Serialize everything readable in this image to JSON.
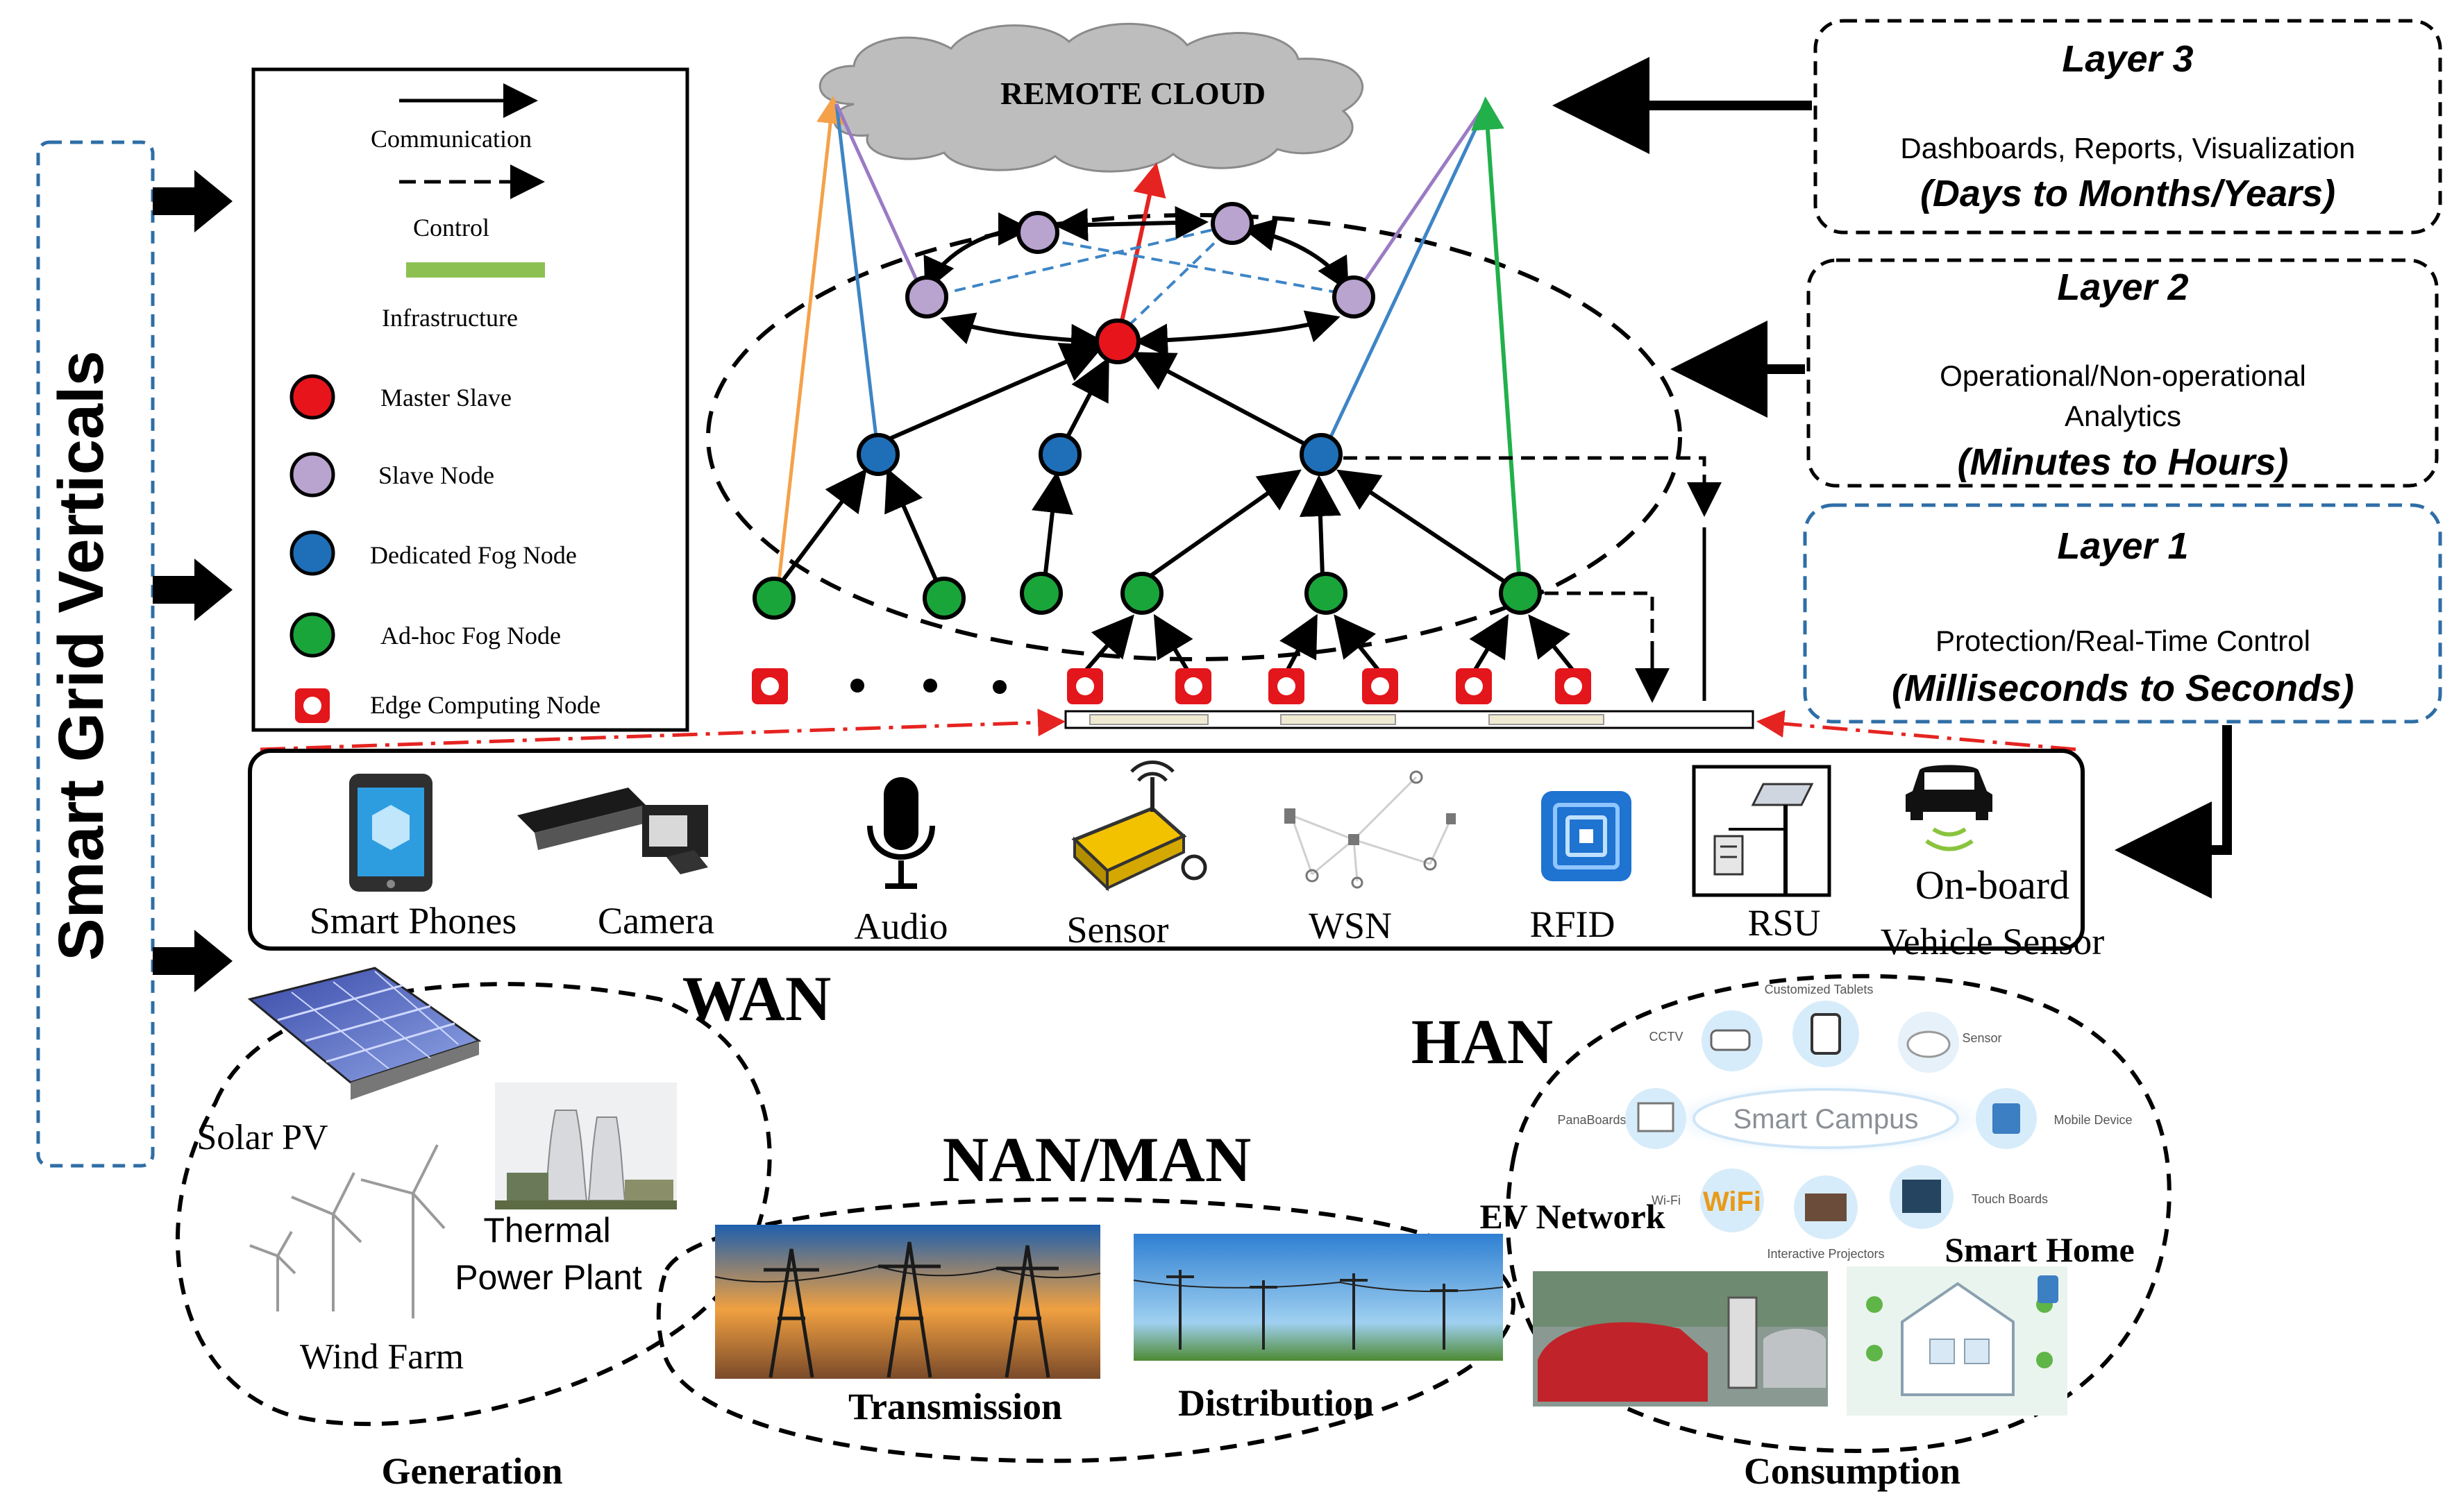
{
  "verticals": {
    "title": "Smart Grid Verticals"
  },
  "legend": {
    "items": [
      {
        "key": "communication",
        "label": "Communication"
      },
      {
        "key": "control",
        "label": "Control"
      },
      {
        "key": "infrastructure",
        "label": "Infrastructure"
      },
      {
        "key": "master",
        "label": "Master Slave"
      },
      {
        "key": "slave",
        "label": "Slave Node"
      },
      {
        "key": "dedicated",
        "label": "Dedicated Fog Node"
      },
      {
        "key": "adhoc",
        "label": "Ad-hoc Fog Node"
      },
      {
        "key": "edge",
        "label": "Edge Computing Node"
      }
    ]
  },
  "cloud": {
    "label": "REMOTE CLOUD"
  },
  "layers": [
    {
      "title": "Layer 3",
      "desc1": "Dashboards, Reports, Visualization",
      "desc2": "",
      "timescale": "(Days to Months/Years)"
    },
    {
      "title": "Layer 2",
      "desc1": "Operational/Non-operational",
      "desc2": "Analytics",
      "timescale": "(Minutes to Hours)"
    },
    {
      "title": "Layer 1",
      "desc1": "Protection/Real-Time Control",
      "desc2": "",
      "timescale": "(Milliseconds to Seconds)"
    }
  ],
  "devices": [
    {
      "label": "Smart Phones",
      "icon": "smartphone-icon"
    },
    {
      "label": "Camera",
      "icon": "camera-icon"
    },
    {
      "label": "Audio",
      "icon": "microphone-icon"
    },
    {
      "label": "Sensor",
      "icon": "sensor-icon"
    },
    {
      "label": "WSN",
      "icon": "wsn-icon"
    },
    {
      "label": "RFID",
      "icon": "rfid-icon"
    },
    {
      "label": "RSU",
      "icon": "rsu-icon"
    },
    {
      "label": "On-board",
      "label2": "Vehicle Sensor",
      "icon": "car-icon"
    }
  ],
  "networks": {
    "wan": "WAN",
    "nan": "NAN/MAN",
    "han": "HAN"
  },
  "generation": {
    "solar": "Solar PV",
    "thermal1": "Thermal",
    "thermal2": "Power Plant",
    "wind": "Wind Farm",
    "caption": "Generation"
  },
  "transmission": {
    "transmission": "Transmission",
    "distribution": "Distribution"
  },
  "consumption": {
    "campus": "Smart Campus",
    "tablets": "Customized Tablets",
    "cctv": "CCTV",
    "sensor": "Sensor",
    "panaboards": "PanaBoards",
    "mobile": "Mobile Device",
    "wifi_label": "Wi-Fi",
    "wifi_logo": "WiFi",
    "touch": "Touch Boards",
    "projectors": "Interactive Projectors",
    "ev": "EV Network",
    "home": "Smart Home",
    "caption": "Consumption"
  },
  "colors": {
    "master": "#e8141b",
    "slave": "#b9a3cf",
    "dedicated": "#1f6fb8",
    "adhoc": "#1aa53a",
    "edge": "#e3161c",
    "infrastructure": "#8cc152",
    "orange_link": "#f5a14a",
    "blue_link": "#3d85c6",
    "purple_link": "#9b7bc4",
    "green_link": "#22b04b",
    "red_dash": "#e52421"
  }
}
